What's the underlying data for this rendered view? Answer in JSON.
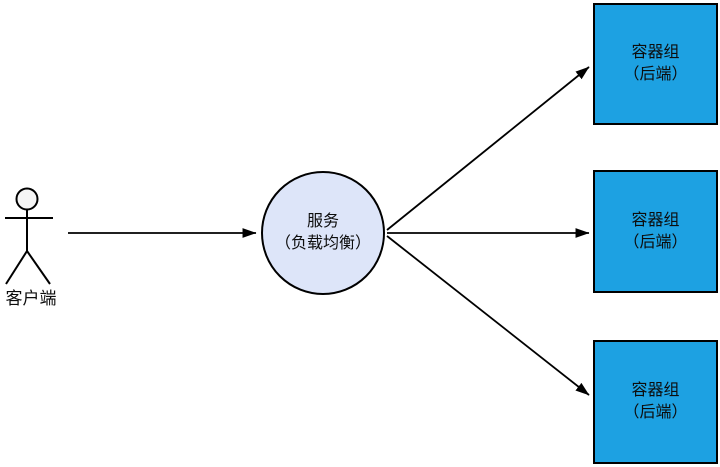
{
  "diagram": {
    "colors": {
      "pod_fill": "#1DA1E2",
      "pod_border": "#000000",
      "service_fill": "#DDE5F9",
      "service_border": "#000000",
      "actor_head_fill": "#F5F5F5",
      "line": "#000000",
      "text": "#0D0D0D"
    },
    "nodes": {
      "client": {
        "shape": "actor",
        "label": "客户端"
      },
      "service": {
        "shape": "ellipse",
        "label_line1": "服务",
        "label_line2": "（负载均衡）"
      },
      "pods": [
        {
          "shape": "rect",
          "label_line1": "容器组",
          "label_line2": "（后端）"
        },
        {
          "shape": "rect",
          "label_line1": "容器组",
          "label_line2": "（后端）"
        },
        {
          "shape": "rect",
          "label_line1": "容器组",
          "label_line2": "（后端）"
        }
      ]
    },
    "edges": [
      {
        "from": "client",
        "to": "service"
      },
      {
        "from": "service",
        "to": "pod-1"
      },
      {
        "from": "service",
        "to": "pod-2"
      },
      {
        "from": "service",
        "to": "pod-3"
      }
    ]
  }
}
